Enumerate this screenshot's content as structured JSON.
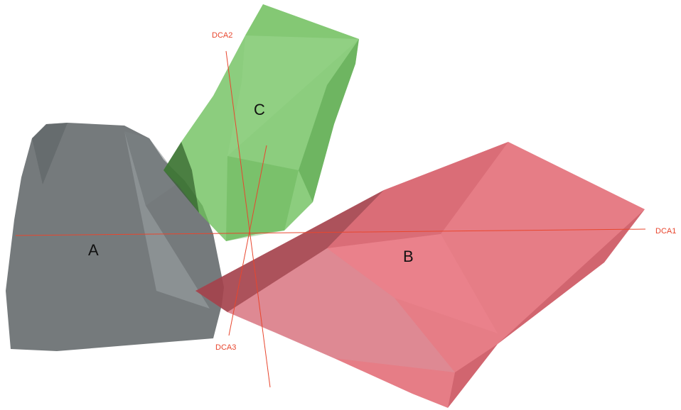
{
  "bodies": {
    "a": {
      "label": "A",
      "color": "#666b6e"
    },
    "b": {
      "label": "B",
      "color": "#e0606b"
    },
    "c": {
      "label": "C",
      "color": "#6bbf5a"
    }
  },
  "axes": {
    "color": "#e8462e",
    "dca1": {
      "label": "DCA1"
    },
    "dca2": {
      "label": "DCA2"
    },
    "dca3": {
      "label": "DCA3"
    }
  }
}
